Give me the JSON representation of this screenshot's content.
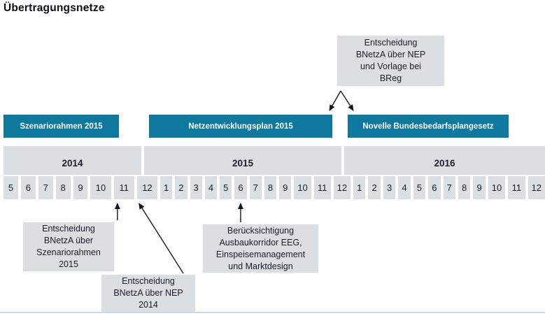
{
  "page": {
    "title": "Übertragungsnetze"
  },
  "colors": {
    "teal": "#0F789E",
    "box_gray": "#DCDFE2",
    "text_dark": "#1C1C28",
    "bar_text": "#FFFFFF",
    "bottom_rule": "#C9D8E2"
  },
  "phase_bars": [
    {
      "label": "Szenariorahmen 2015"
    },
    {
      "label": "Netzentwicklungsplan 2015"
    },
    {
      "label": "Novelle Bundesbedarfsplangesetz"
    }
  ],
  "timeline": {
    "groups": [
      {
        "year": "2014",
        "months": [
          "5",
          "6",
          "7",
          "8",
          "9",
          "10",
          "11",
          "12"
        ]
      },
      {
        "year": "2015",
        "months": [
          "1",
          "2",
          "3",
          "4",
          "5",
          "6",
          "7",
          "8",
          "9",
          "10",
          "11",
          "12"
        ]
      },
      {
        "year": "2016",
        "months": [
          "1",
          "2",
          "3",
          "4",
          "5",
          "6",
          "7",
          "8",
          "9",
          "10",
          "11",
          "12"
        ]
      }
    ]
  },
  "callouts": {
    "nep_breg": "Entscheidung\nBNetzA über NEP\nund Vorlage bei\nBReg",
    "szenariorahmen": "Entscheidung\nBNetzA über\nSzenariorahmen\n2015",
    "nep_2014": "Entscheidung\nBNetzA über NEP\n2014",
    "eeg": "Berücksichtigung\nAusbaukorridor EEG,\nEinspeisemanagement\nund Marktdesign"
  }
}
